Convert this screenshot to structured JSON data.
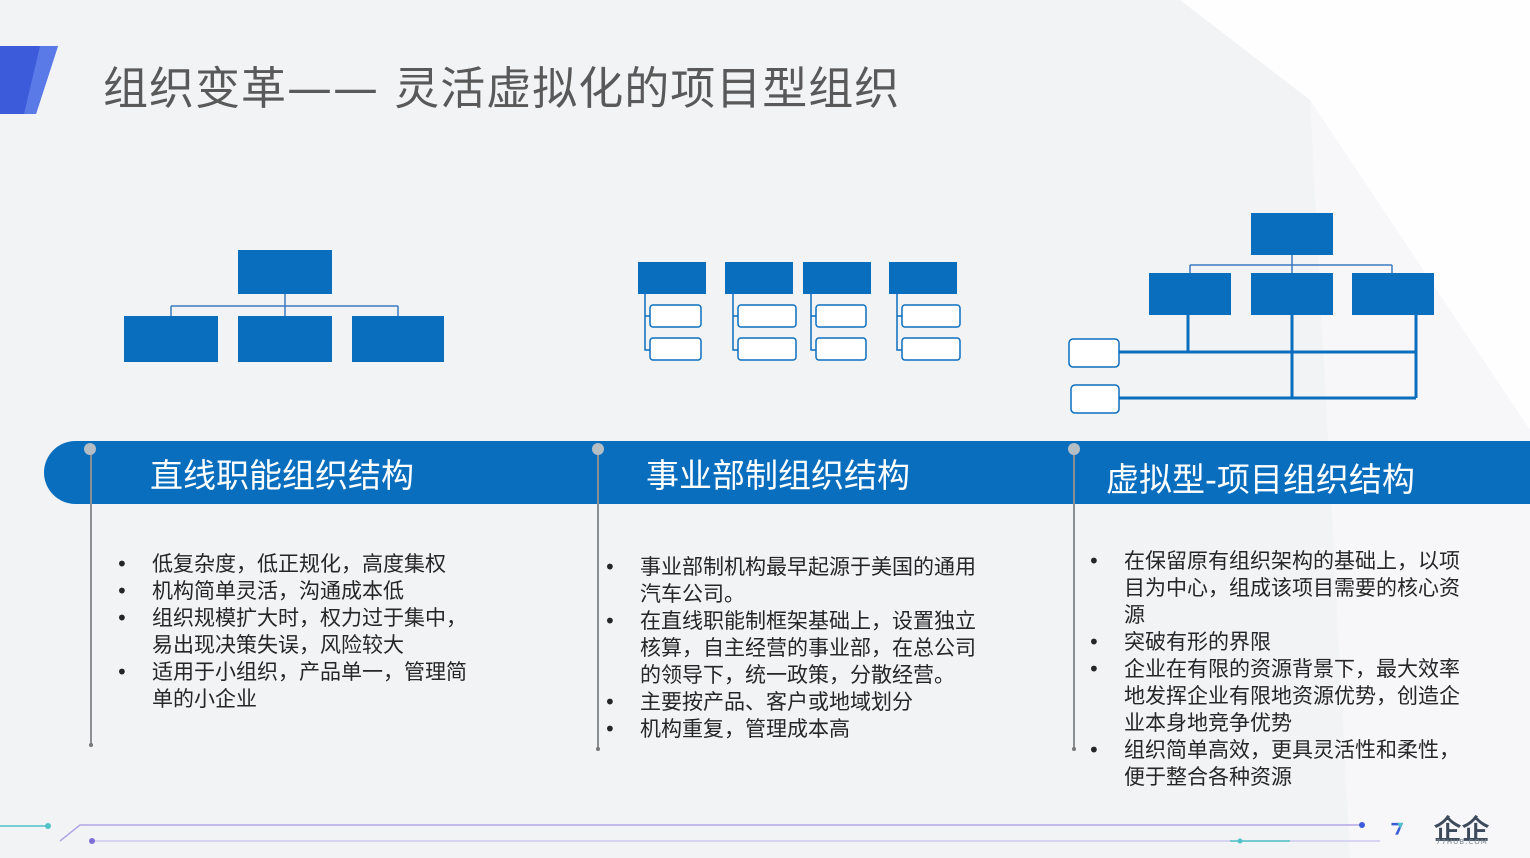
{
  "title": "组织变革—— 灵活虚拟化的项目型组织",
  "colors": {
    "primary": "#0a6ebf",
    "accent": "#3b5bdb",
    "text": "#262626",
    "title": "#595959"
  },
  "columns": [
    {
      "label": "直线职能组织结构",
      "bullets": [
        "低复杂度，低正规化，高度集权",
        "机构简单灵活，沟通成本低",
        "组织规模扩大时，权力过于集中，\n易出现决策失误，风险较大",
        "适用于小组织，产品单一，管理简\n单的小企业"
      ]
    },
    {
      "label": "事业部制组织结构",
      "bullets": [
        "事业部制机构最早起源于美国的通用\n汽车公司。",
        "在直线职能制框架基础上，设置独立\n核算，自主经营的事业部，在总公司\n的领导下，统一政策，分散经营。",
        "主要按产品、客户或地域划分",
        "机构重复，管理成本高"
      ]
    },
    {
      "label": "虚拟型-项目组织结构",
      "bullets": [
        "在保留原有组织架构的基础上，以项\n目为中心，组成该项目需要的核心资\n源",
        "突破有形的界限",
        "企业在有限的资源背景下，最大效率\n地发挥企业有限地资源优势，创造企\n业本身地竞争优势",
        "组织简单高效，更具灵活性和柔性，\n便于整合各种资源"
      ]
    }
  ],
  "logo": {
    "text": "企企",
    "sub": "77HUB.COM",
    "icon": "seven-logo-icon"
  }
}
